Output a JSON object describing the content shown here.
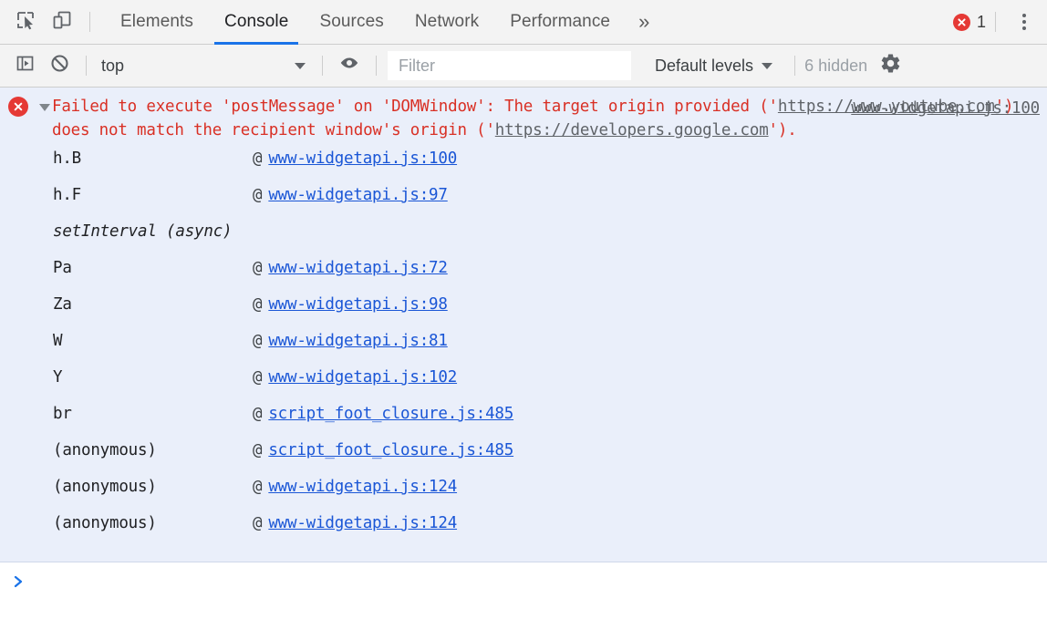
{
  "tabbar": {
    "inspect_icon": "inspect-element-icon",
    "device_icon": "device-toolbar-icon",
    "tabs": [
      {
        "label": "Elements",
        "active": false
      },
      {
        "label": "Console",
        "active": true
      },
      {
        "label": "Sources",
        "active": false
      },
      {
        "label": "Network",
        "active": false
      },
      {
        "label": "Performance",
        "active": false
      }
    ],
    "more_label": "»",
    "error_count": "1",
    "error_icon": "error-circle-icon",
    "menu_icon": "kebab-menu-icon"
  },
  "toolbar": {
    "sidebar_icon": "console-sidebar-icon",
    "clear_icon": "clear-console-icon",
    "context_value": "top",
    "context_caret": "chevron-down-icon",
    "eye_icon": "live-expression-eye-icon",
    "filter_placeholder": "Filter",
    "filter_value": "",
    "levels_label": "Default levels",
    "levels_caret": "chevron-down-icon",
    "hidden_label": "6 hidden",
    "settings_icon": "gear-icon"
  },
  "message": {
    "icon": "error-circle-icon",
    "disclosure": "disclosure-triangle-expanded-icon",
    "text_part1": "Failed to execute 'postMessage' on 'DOMWindow': The target origin provided ('",
    "url1": "https://www.youtube.com",
    "text_part2": "') does not match the recipient window's origin ('",
    "url2": "https://developers.google.com",
    "text_part3": "').",
    "source_link": "www-widgetapi.js:100",
    "stack": [
      {
        "fn": "h.B",
        "at": "@",
        "link": "www-widgetapi.js:100",
        "async": false
      },
      {
        "fn": "h.F",
        "at": "@",
        "link": "www-widgetapi.js:97",
        "async": false
      },
      {
        "fn": "setInterval (async)",
        "at": "",
        "link": "",
        "async": true
      },
      {
        "fn": "Pa",
        "at": "@",
        "link": "www-widgetapi.js:72",
        "async": false
      },
      {
        "fn": "Za",
        "at": "@",
        "link": "www-widgetapi.js:98",
        "async": false
      },
      {
        "fn": "W",
        "at": "@",
        "link": "www-widgetapi.js:81",
        "async": false
      },
      {
        "fn": "Y",
        "at": "@",
        "link": "www-widgetapi.js:102",
        "async": false
      },
      {
        "fn": "br",
        "at": "@",
        "link": "script_foot_closure.js:485",
        "async": false
      },
      {
        "fn": "(anonymous)",
        "at": "@",
        "link": "script_foot_closure.js:485",
        "async": false
      },
      {
        "fn": "(anonymous)",
        "at": "@",
        "link": "www-widgetapi.js:124",
        "async": false
      },
      {
        "fn": "(anonymous)",
        "at": "@",
        "link": "www-widgetapi.js:124",
        "async": false
      }
    ]
  },
  "prompt": {
    "chevron": "›",
    "value": ""
  },
  "colors": {
    "accent": "#1a73e8",
    "error": "#d93025",
    "error_badge": "#e53935",
    "link": "#1a56d6",
    "message_bg": "#eaeffa",
    "toolbar_bg": "#f3f3f3"
  }
}
